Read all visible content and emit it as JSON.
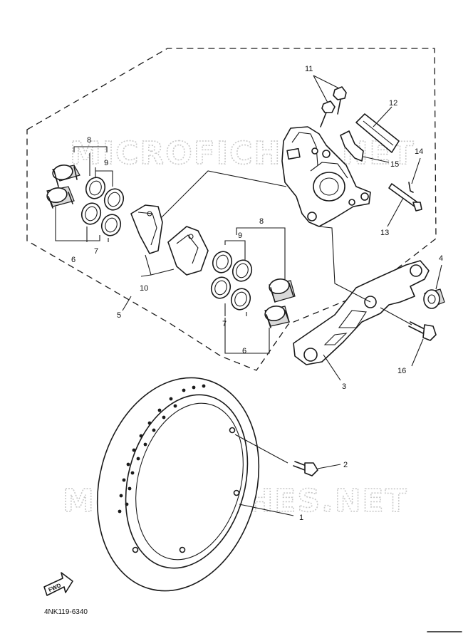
{
  "diagram": {
    "callouts": [
      {
        "id": "1",
        "text": "1"
      },
      {
        "id": "2",
        "text": "2"
      },
      {
        "id": "3",
        "text": "3"
      },
      {
        "id": "4",
        "text": "4"
      },
      {
        "id": "5",
        "text": "5"
      },
      {
        "id": "6a",
        "text": "6"
      },
      {
        "id": "6b",
        "text": "6"
      },
      {
        "id": "7a",
        "text": "7"
      },
      {
        "id": "7b",
        "text": "7"
      },
      {
        "id": "8a",
        "text": "8"
      },
      {
        "id": "8b",
        "text": "8"
      },
      {
        "id": "9a",
        "text": "9"
      },
      {
        "id": "9b",
        "text": "9"
      },
      {
        "id": "10",
        "text": "10"
      },
      {
        "id": "11",
        "text": "11"
      },
      {
        "id": "12",
        "text": "12"
      },
      {
        "id": "13",
        "text": "13"
      },
      {
        "id": "14",
        "text": "14"
      },
      {
        "id": "15",
        "text": "15"
      },
      {
        "id": "16",
        "text": "16"
      }
    ],
    "watermark": "MICROFICHES.NET",
    "diagram_code": "4NK119-6340",
    "forward_label": "FWD"
  }
}
